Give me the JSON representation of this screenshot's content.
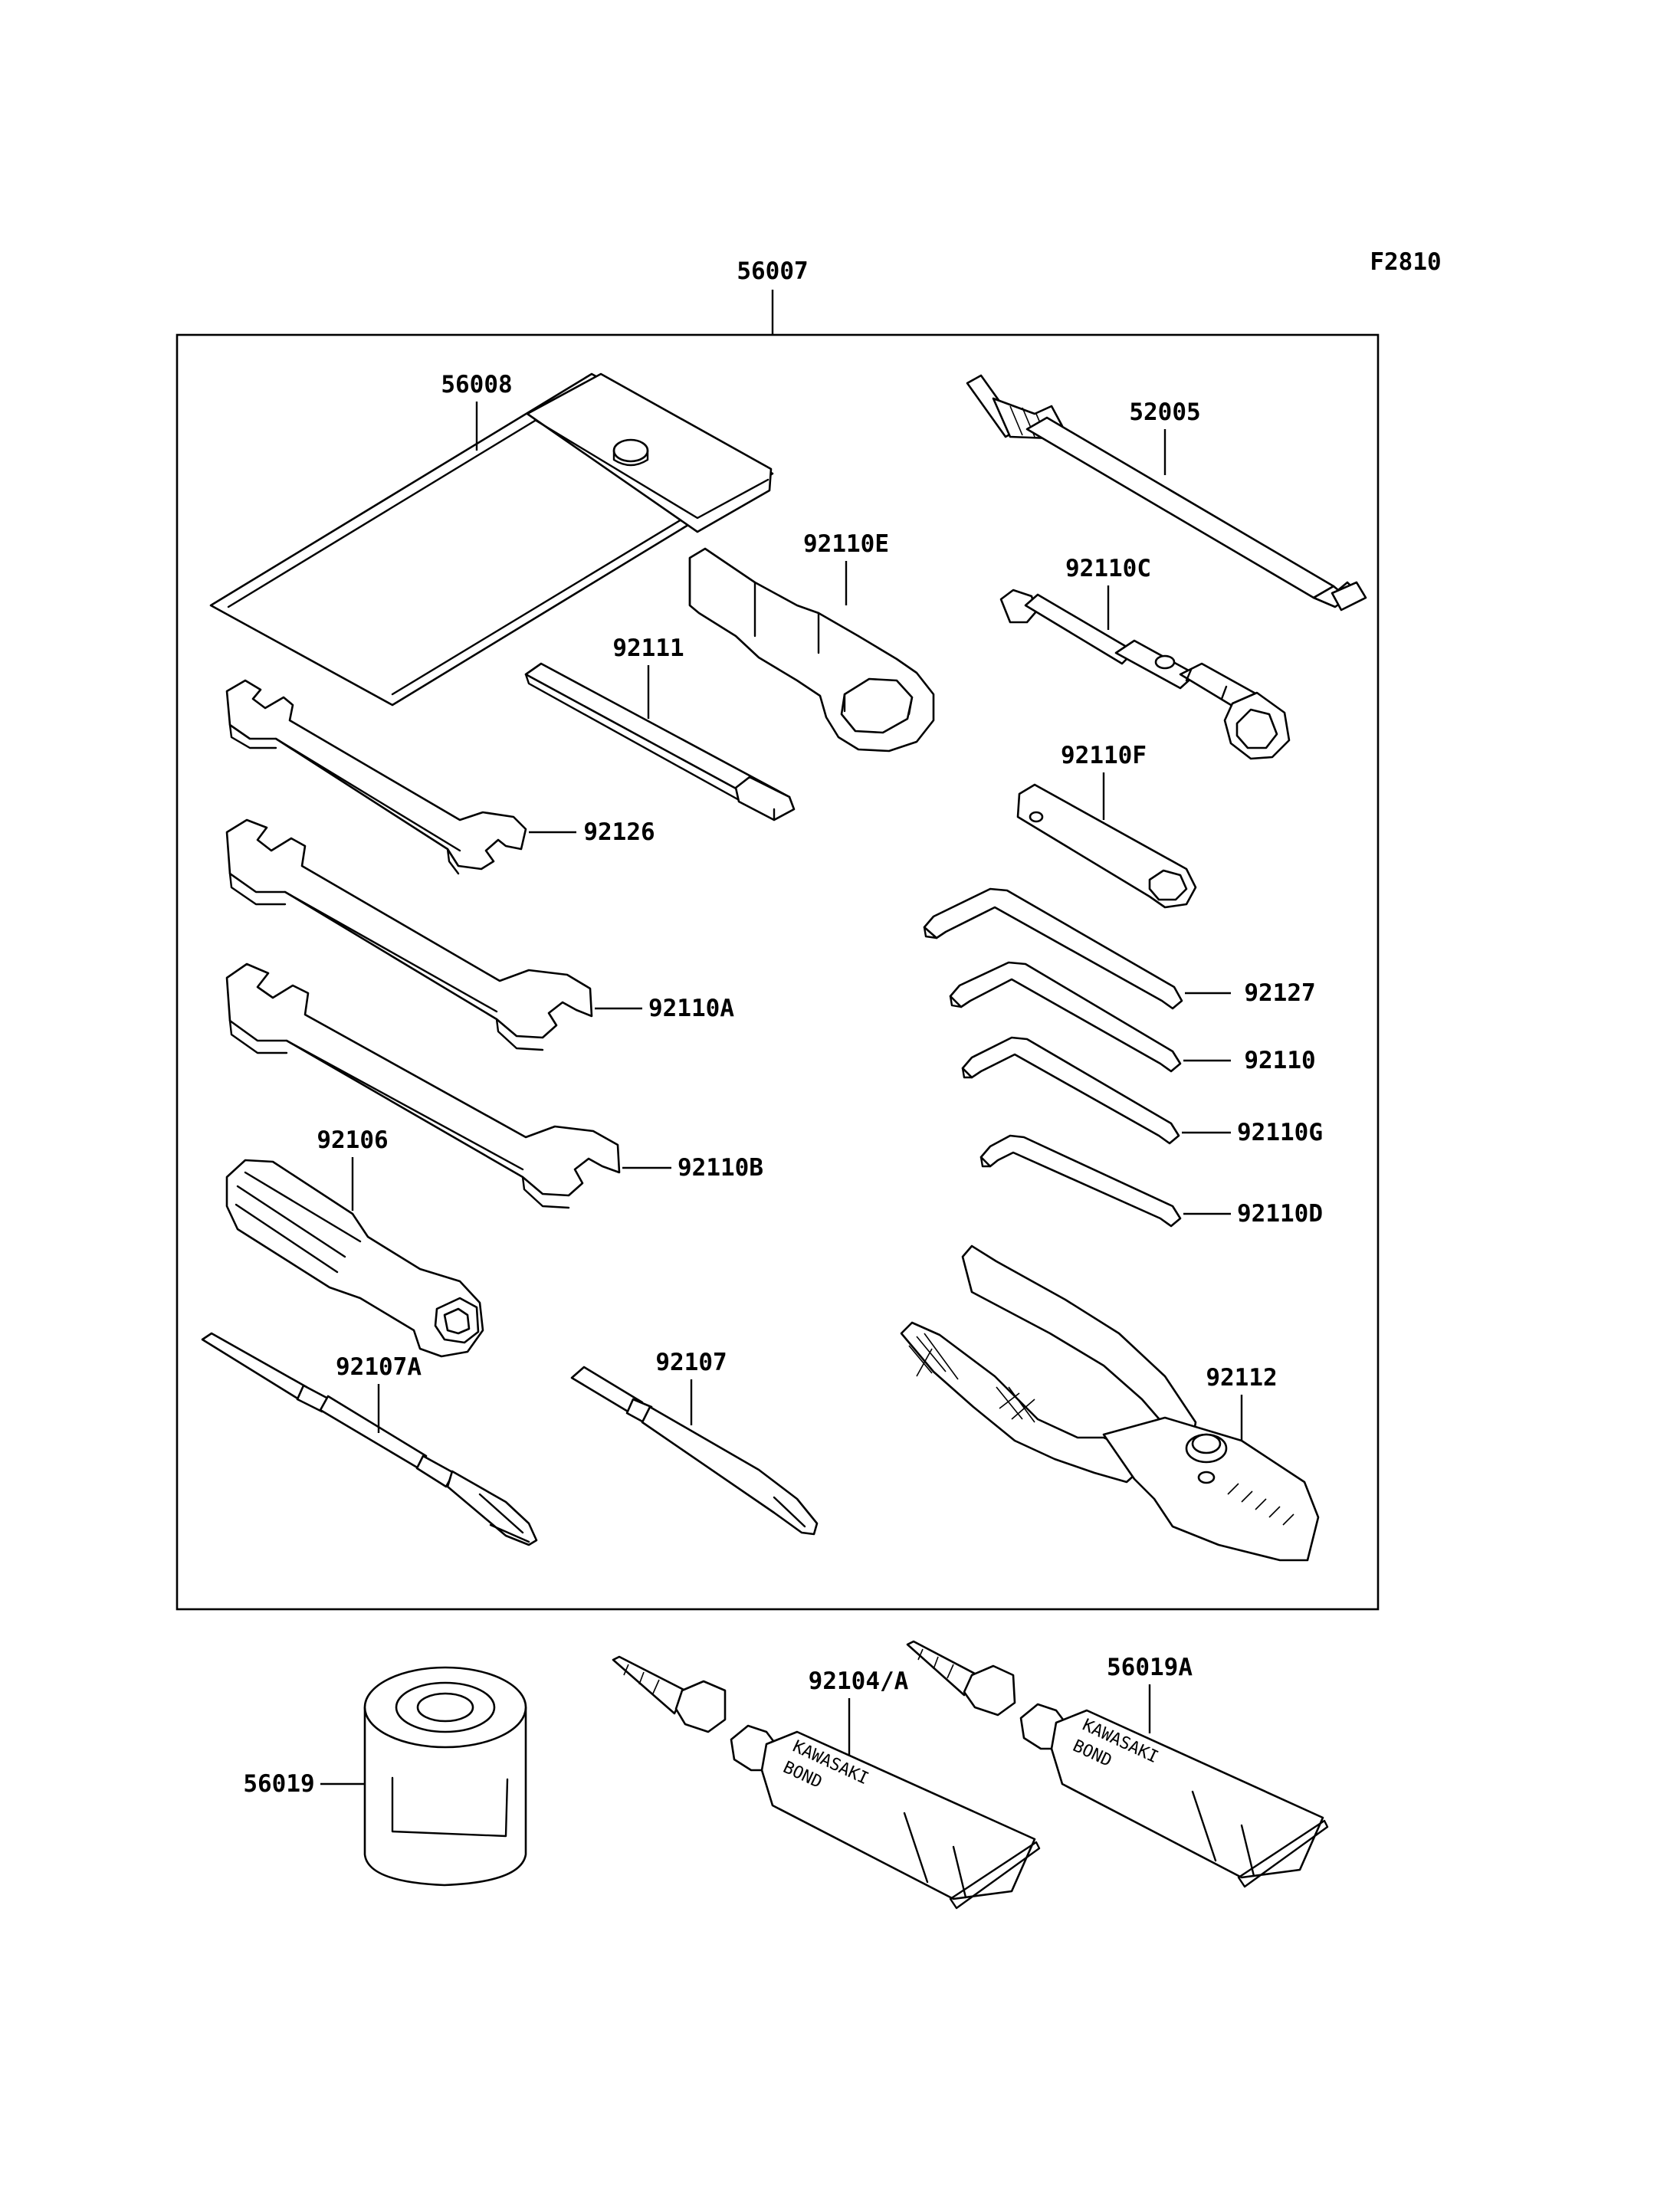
{
  "figure_code": "F2810",
  "kit_label": "56007",
  "parts": {
    "p56008": "56008",
    "p52005": "52005",
    "p92110E": "92110E",
    "p92110C": "92110C",
    "p92111": "92111",
    "p92126": "92126",
    "p92110F": "92110F",
    "p92110A": "92110A",
    "p92127": "92127",
    "p92110": "92110",
    "p92110G": "92110G",
    "p92110B": "92110B",
    "p92106": "92106",
    "p92110D": "92110D",
    "p92107A": "92107A",
    "p92107": "92107",
    "p92112": "92112",
    "p92104A": "92104/A",
    "p56019A": "56019A",
    "p56019": "56019"
  },
  "tube_print": {
    "brand": "KAWASAKI",
    "product": "BOND"
  }
}
